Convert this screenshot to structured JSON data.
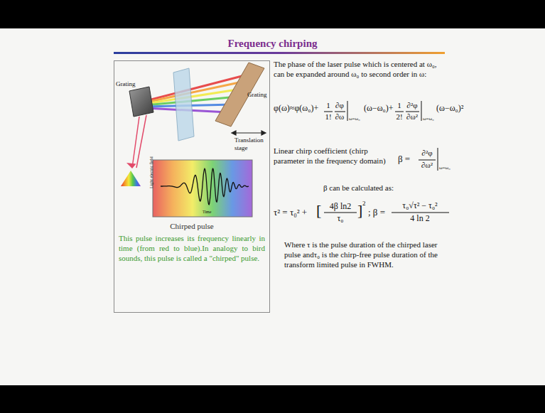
{
  "diagram": {
    "title": "Frequency chirping",
    "nodes": [
      {
        "text": [
          "Chirped pulse",
          "This pulse increases its frequency linearly in time (from red to blue).In analogy to bird sounds, this pulse is called a \"chirped\" pulse."
        ]
      }
    ],
    "labels": [
      "Grating",
      "Grating",
      "Translation stage",
      "Light electric field",
      "Time",
      "The phase of the laser pulse which is centered at ω₀, can be expanded around ω₀ to second order in ω:",
      "φ(ω)≈φ(ω₀)+",
      "1",
      "1!",
      "∂φ",
      "∂ω",
      "ω=ω₀",
      "(ω−ω₀)+",
      "1",
      "2!",
      "∂²φ",
      "∂ω²",
      "ω=ω₀",
      "(ω−ω₀)²",
      "Linear chirp coefficient (chirp parameter in the frequency domain)",
      "β =",
      "∂²φ",
      "∂ω²",
      "ω=ω₀",
      "β can be calculated as:",
      "τ² = τ₀² +",
      "[",
      "4β ln2",
      "τ₀",
      "]",
      "2",
      "; β =",
      "τ₀√τ² − τ₀²",
      "4 ln 2",
      "Where τ is the pulse duration of the chirped laser pulse andτ₀ is the chirp-free pulse duration of the transform limited pulse in FWHM."
    ]
  }
}
